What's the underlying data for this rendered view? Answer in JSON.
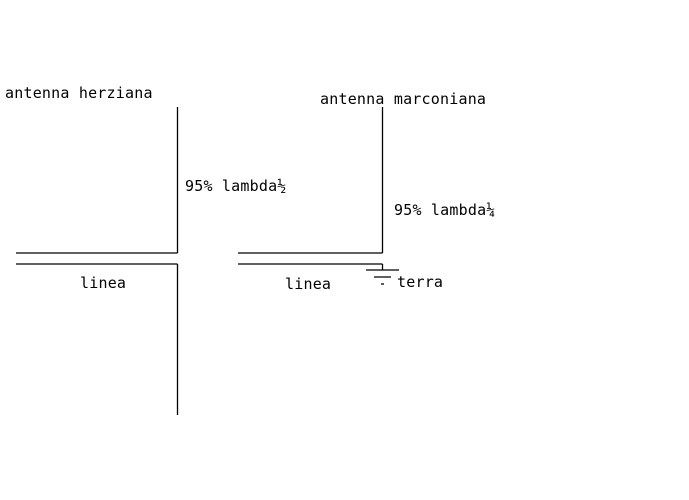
{
  "labels": {
    "hertz_antenna": "antenna herziana",
    "marconi_antenna": "antenna marconiana",
    "half_wave": "95% lambda½",
    "quarter_wave": "95% lambda¼",
    "line_left": "linea",
    "line_right": "linea",
    "ground": "terra"
  },
  "colors": {
    "stroke": "#000000",
    "background": "#ffffff"
  }
}
